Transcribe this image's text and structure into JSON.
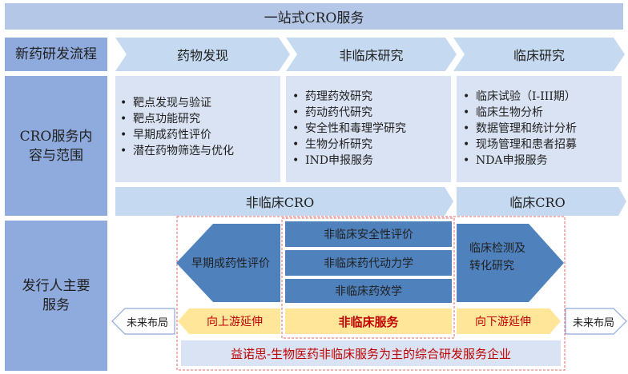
{
  "header": {
    "title": "一站式CRO服务"
  },
  "row_labels": {
    "process": "新药研发流程",
    "scope": "CRO服务内容与范围",
    "issuer": "发行人主要服务"
  },
  "stages": [
    "药物发现",
    "非临床研究",
    "临床研究"
  ],
  "scope_lists": {
    "discovery": [
      "靶点发现与验证",
      "靶点功能研究",
      "早期成药性评价",
      "潜在药物筛选与优化"
    ],
    "nonclinical": [
      "药理药效研究",
      "药动药代研究",
      "安全性和毒理学研究",
      "生物分析研究",
      "IND申报服务"
    ],
    "clinical": [
      "临床试验（I-III期）",
      "临床生物分析",
      "数据管理和统计分析",
      "现场管理和患者招募",
      "NDA申报服务"
    ]
  },
  "cro_bars": {
    "nonclinical": "非临床CRO",
    "clinical": "临床CRO"
  },
  "services": {
    "early_eval": "早期成药性评价",
    "center_items": [
      "非临床安全性评价",
      "非临床药代动力学",
      "非临床药效学"
    ],
    "clinical_transfer_line1": "临床检测及",
    "clinical_transfer_line2": "转化研究",
    "future_left": "未来布局",
    "future_right": "未来布局",
    "upstream": "向上游延伸",
    "core": "非临床服务",
    "downstream": "向下游延伸",
    "slogan": "益诺思-生物医药非临床服务为主的综合研发服务企业"
  },
  "colors": {
    "header_bg": "#b4c7e7",
    "row_label_bg": "#8faadc",
    "arrow_light": "#c5daf0",
    "box_light": "#dae3f3",
    "service_blue": "#4472c4",
    "yellow": "#ffe699",
    "red_text": "#c00000",
    "dash_red": "#e06666"
  }
}
